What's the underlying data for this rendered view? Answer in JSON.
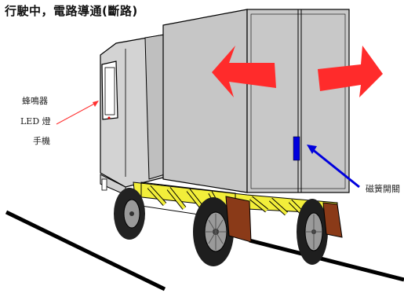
{
  "title": "行駛中，電路導通(斷路)",
  "labels": {
    "left_line1": "蜂鳴器",
    "left_line2": "LED 燈",
    "left_line3": "手機",
    "right_label": "磁簧開關"
  },
  "colors": {
    "truck_body": "#c8c8c8",
    "truck_body_light": "#d6d6d6",
    "outline": "#000000",
    "arrow_red": "#ff2b2b",
    "pointer_blue": "#0000dd",
    "frame_yellow": "#f2ee3a",
    "mudflap_brown": "#8a3a18",
    "ground": "#000000",
    "red_pointer": "#ff3030"
  }
}
